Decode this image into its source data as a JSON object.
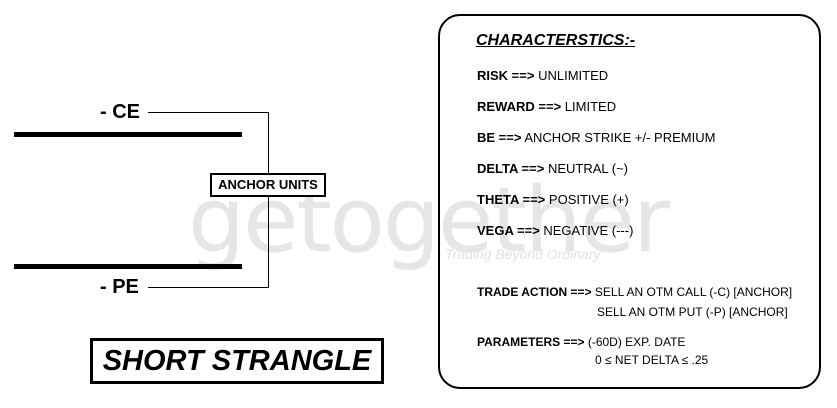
{
  "diagram": {
    "call_leg_label": "- CE",
    "put_leg_label": "- PE",
    "anchor_label": "ANCHOR UNITS",
    "strategy_title": "SHORT STRANGLE",
    "watermark_text": "getogether",
    "watermark_tagline": "Trading Beyond Ordinary"
  },
  "characteristics": {
    "heading": "CHARACTERSTICS:-",
    "rows": [
      {
        "key": "RISK ==>",
        "value": "UNLIMITED"
      },
      {
        "key": "REWARD ==>",
        "value": "LIMITED"
      },
      {
        "key": "BE ==>",
        "value": "ANCHOR STRIKE +/- PREMIUM"
      },
      {
        "key": "DELTA ==>",
        "value": "NEUTRAL (~)"
      },
      {
        "key": "THETA ==>",
        "value": "POSITIVE (+)"
      },
      {
        "key": "VEGA ==>",
        "value": "NEGATIVE (---)"
      }
    ],
    "trade_action": {
      "key": "TRADE ACTION ==>",
      "line1": "SELL AN OTM CALL (-C) [ANCHOR]",
      "line2": "SELL AN OTM PUT (-P) [ANCHOR]"
    },
    "parameters": {
      "key": "PARAMETERS ==>",
      "line1": "(-60D) EXP. DATE",
      "line2": "0 ≤ NET DELTA ≤ .25"
    }
  }
}
